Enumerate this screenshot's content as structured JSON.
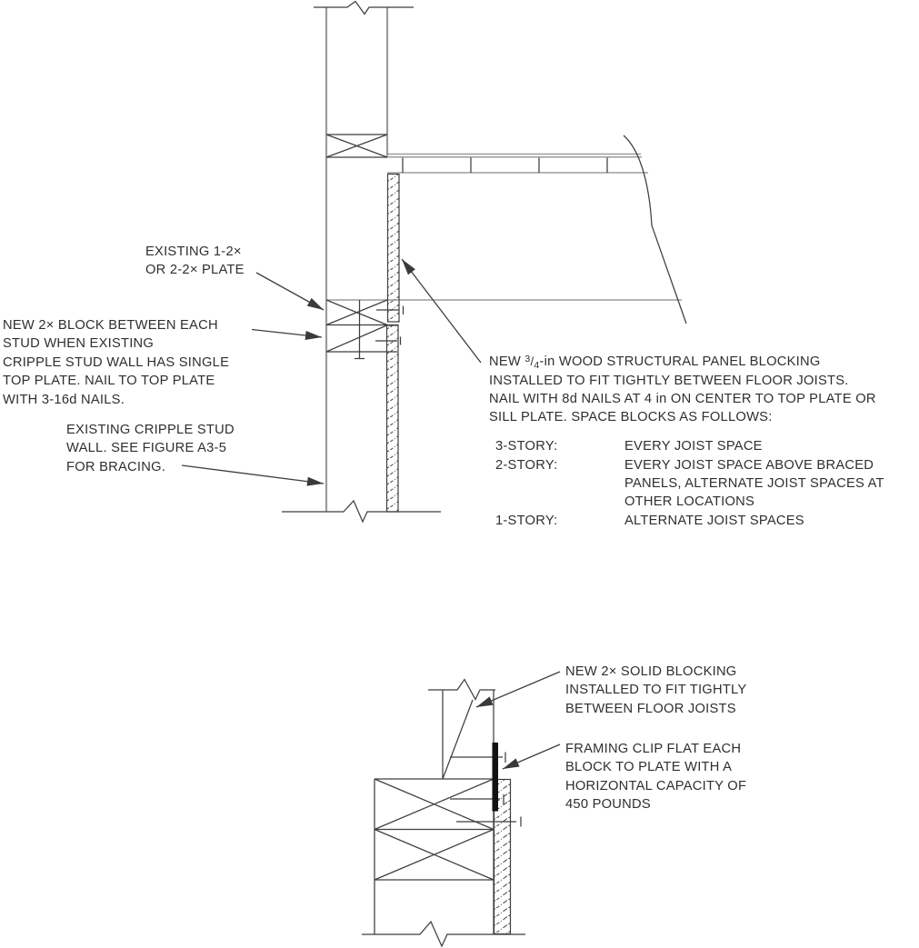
{
  "figure": {
    "colors": {
      "line": "#3f3f3f",
      "gray": "#9b9b9b",
      "band": "#8b8b8b",
      "text": "#2f2f2f",
      "clip": "#121212",
      "bg": "#ffffff"
    }
  },
  "labels": {
    "existing_plate": {
      "text": "EXISTING 1-2×\nOR 2-2× PLATE"
    },
    "new_block": {
      "text": "NEW 2× BLOCK BETWEEN EACH\nSTUD WHEN EXISTING\nCRIPPLE STUD WALL HAS SINGLE\nTOP PLATE. NAIL TO TOP PLATE\nWITH 3-16d NAILS."
    },
    "existing_cripple_wall": {
      "text": "EXISTING CRIPPLE STUD\nWALL. SEE FIGURE A3-5\nFOR BRACING."
    },
    "panel_note": {
      "line1_prefix": "NEW ",
      "fraction_numerator": "3",
      "fraction_slash": "/",
      "fraction_denominator": "4",
      "line1_rest": "-in WOOD STRUCTURAL PANEL BLOCKING",
      "rest": "INSTALLED TO FIT TIGHTLY BETWEEN FLOOR JOISTS.\nNAIL WITH 8d NAILS AT 4 in ON CENTER TO TOP PLATE OR\nSILL PLATE. SPACE BLOCKS AS FOLLOWS:"
    },
    "spacing_schedule": [
      {
        "story": "3-STORY:",
        "spacing": "EVERY JOIST SPACE"
      },
      {
        "story": "2-STORY:",
        "spacing": "EVERY JOIST SPACE ABOVE BRACED\nPANELS, ALTERNATE JOIST SPACES AT\nOTHER LOCATIONS"
      },
      {
        "story": "1-STORY:",
        "spacing": "ALTERNATE JOIST SPACES"
      }
    ],
    "new_solid_blocking": {
      "text": "NEW 2× SOLID BLOCKING\nINSTALLED TO FIT TIGHTLY\nBETWEEN FLOOR JOISTS"
    },
    "framing_clip": {
      "text": "FRAMING CLIP FLAT EACH\nBLOCK TO PLATE WITH A\nHORIZONTAL CAPACITY OF\n450 POUNDS"
    }
  }
}
